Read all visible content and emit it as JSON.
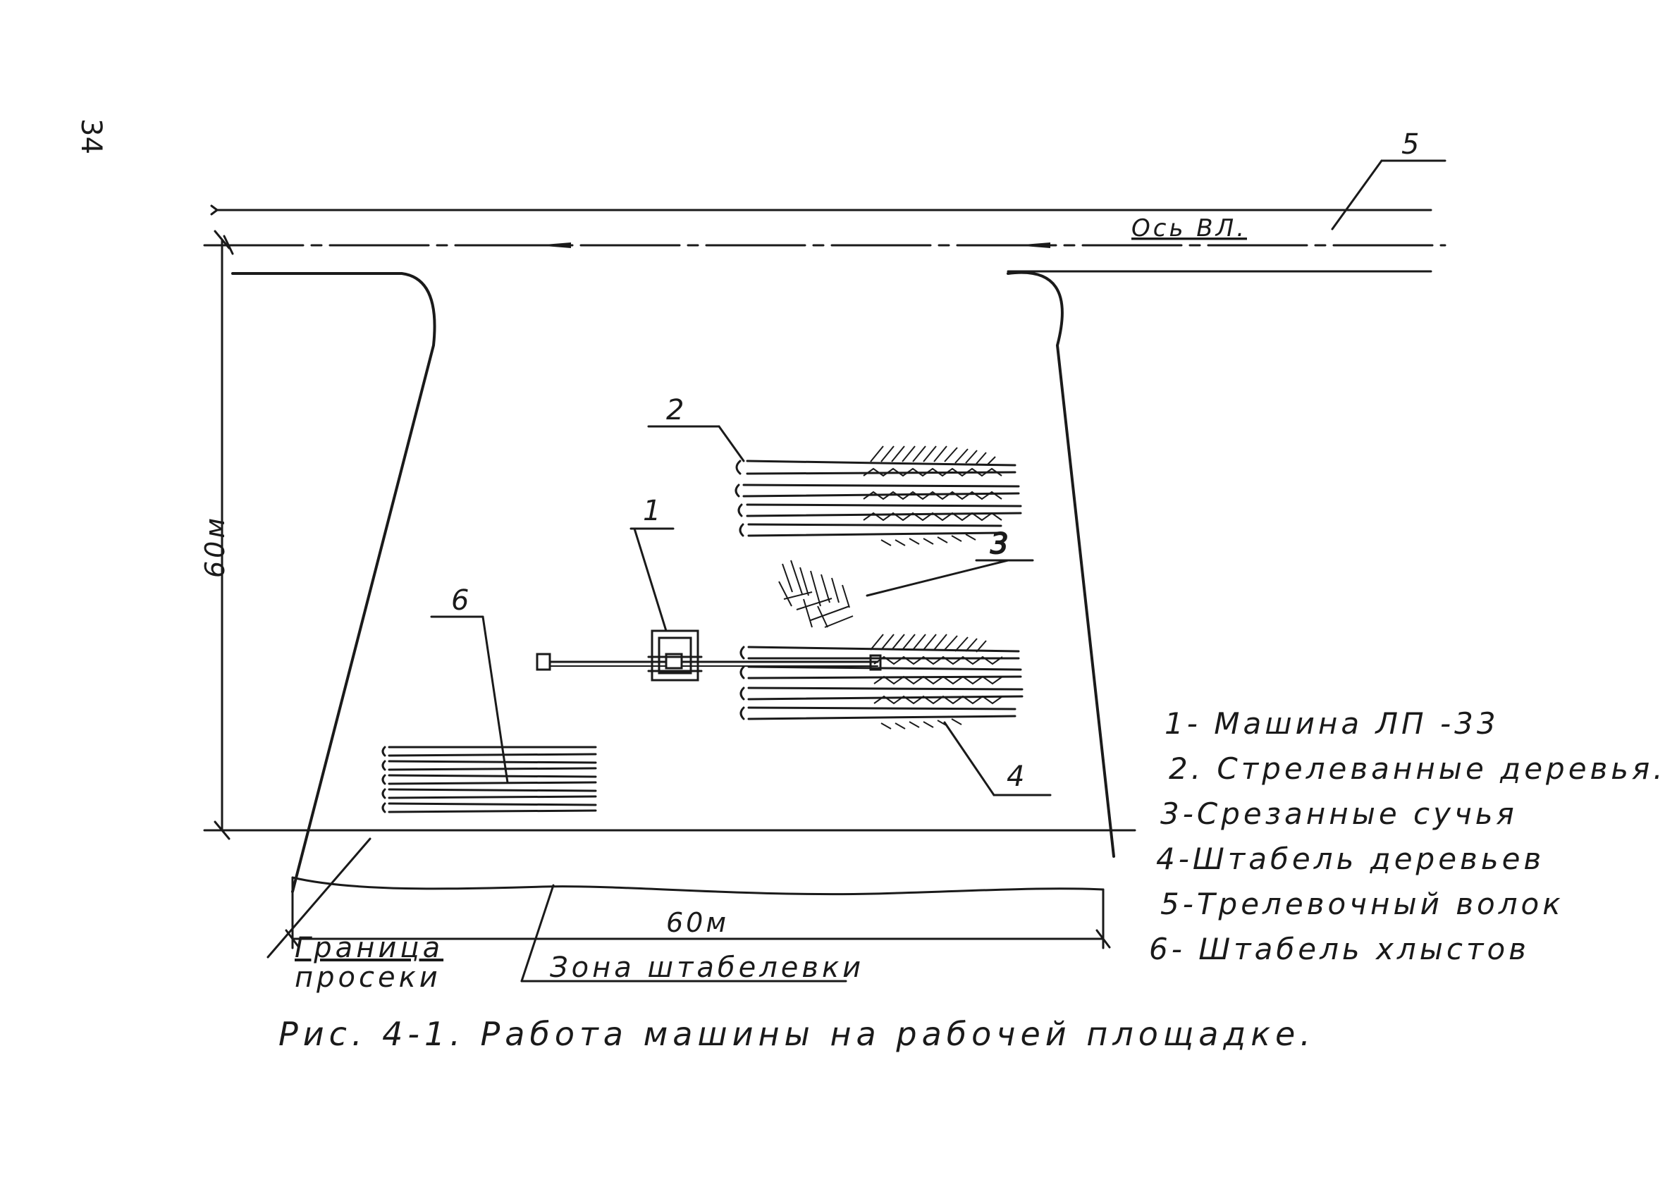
{
  "page_number": "34",
  "axis_label": "Ось ВЛ.",
  "callouts": {
    "c1": "1",
    "c2": "2",
    "c3": "3",
    "c4": "4",
    "c5": "5",
    "c6": "6"
  },
  "dimensions": {
    "height": "60м",
    "width": "60м"
  },
  "boundary_label_line1": "Граница",
  "boundary_label_line2": "просеки",
  "zone_label": "Зона штабелевки",
  "legend": [
    "1- Машина ЛП -33",
    "2. Стрелеванные деревья.",
    "3-Срезанные сучья",
    "4-Штабель деревьев",
    "5-Трелевочный волок",
    "6- Штабель хлыстов"
  ],
  "caption": "Рис. 4-1. Работа машины на рабочей площадке."
}
